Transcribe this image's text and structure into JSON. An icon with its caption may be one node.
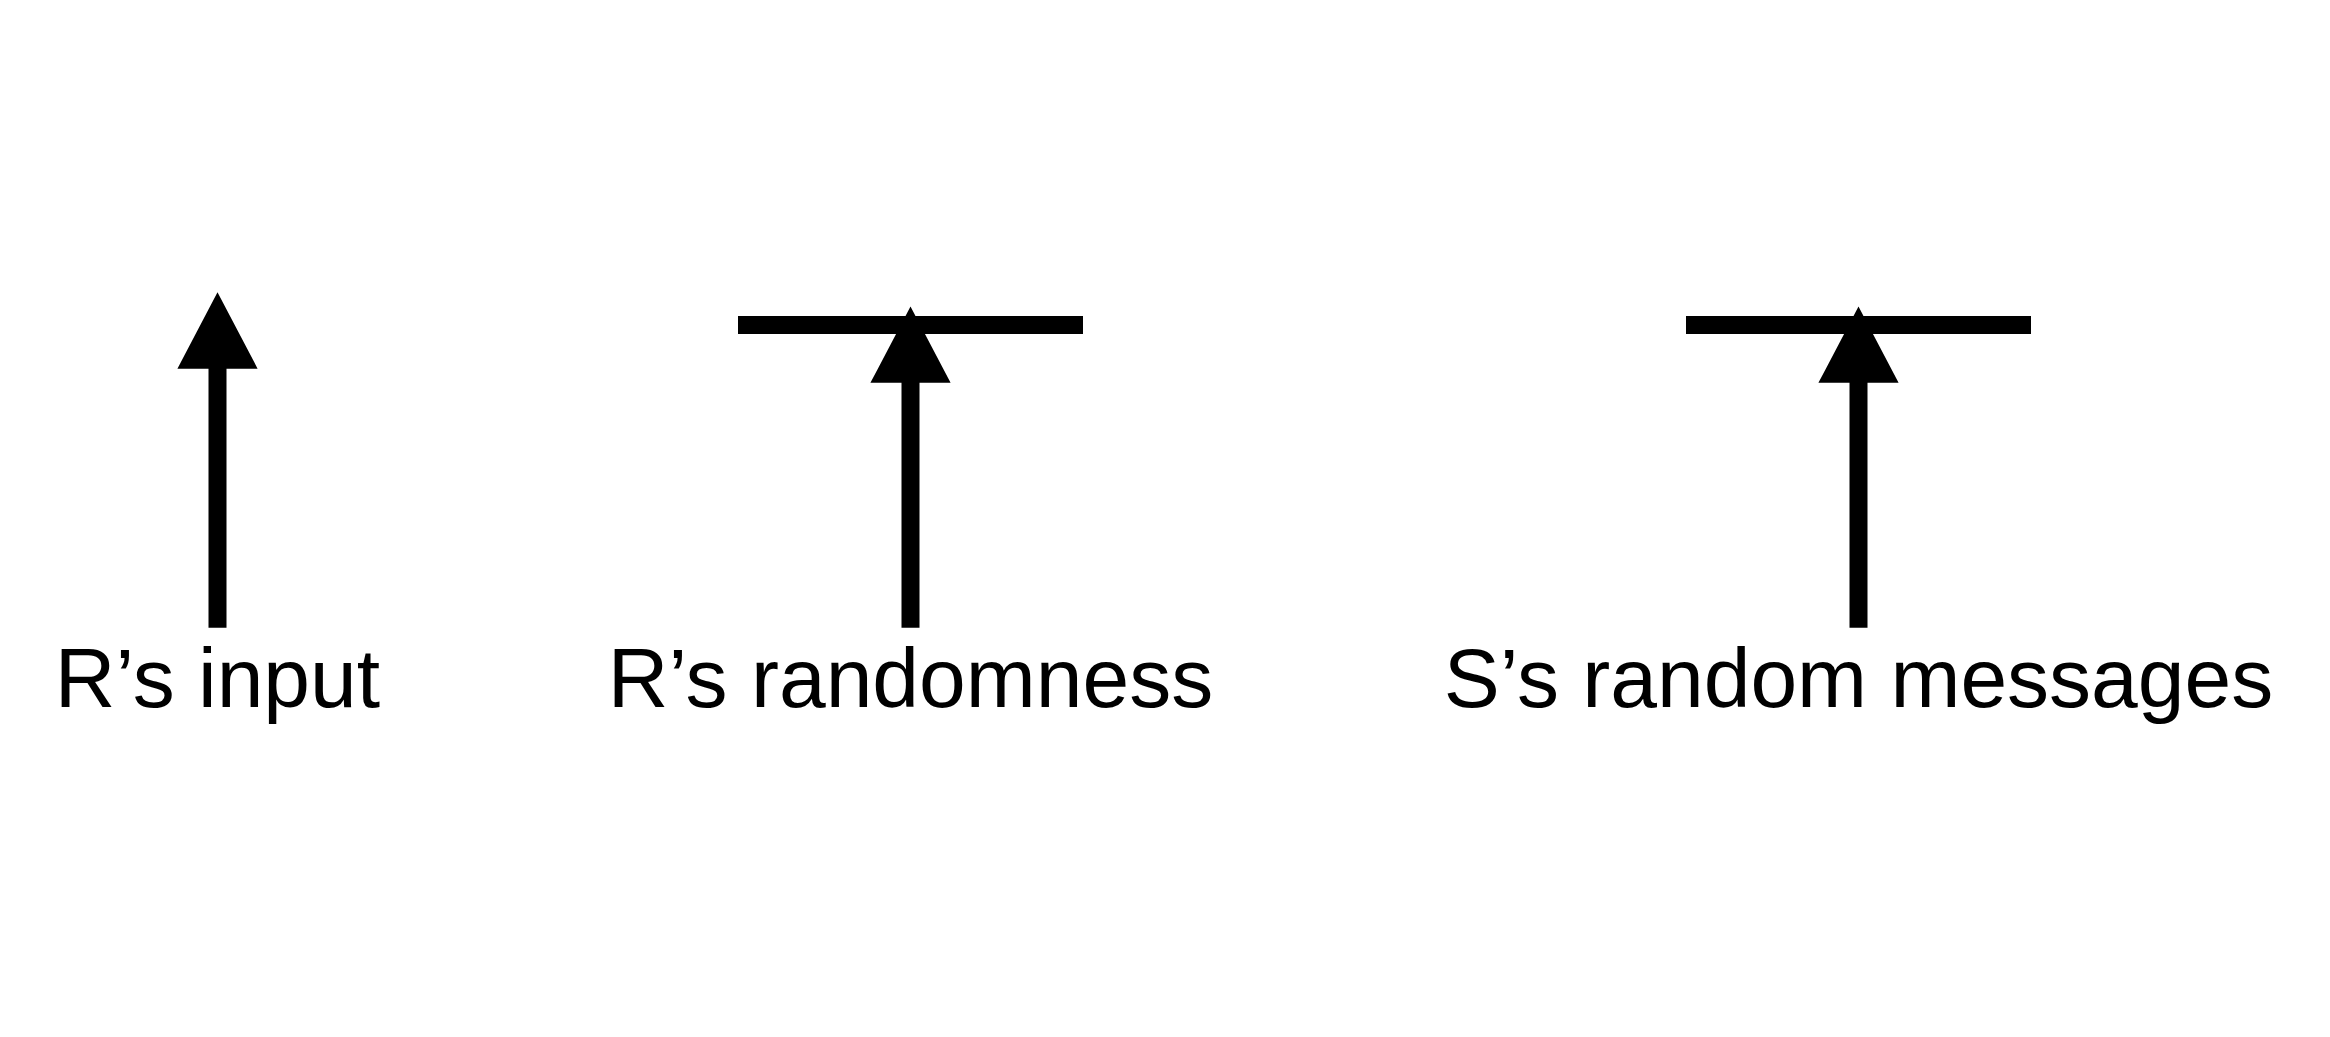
{
  "diagram": {
    "nodes": [
      {
        "text": [
          "R’s input"
        ]
      },
      {
        "text": [],
        "shape": "brace"
      },
      {
        "text": [],
        "shape": "brace"
      },
      {
        "text": [
          "R’s randomness"
        ]
      },
      {
        "text": [
          "S’s random messages"
        ]
      }
    ],
    "edges": [
      {
        "from": 0,
        "to": null,
        "arrow": "to"
      },
      {
        "from": 3,
        "to": 1,
        "arrow": "to"
      },
      {
        "from": 4,
        "to": 2,
        "arrow": "to"
      }
    ]
  }
}
